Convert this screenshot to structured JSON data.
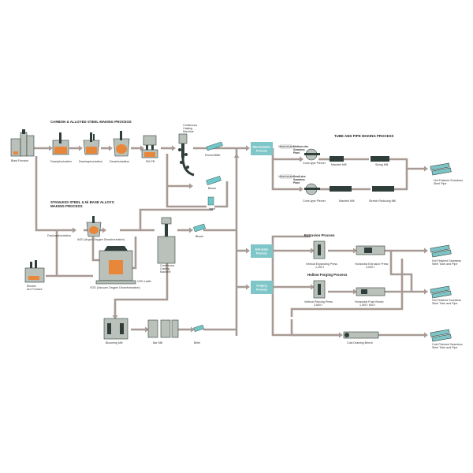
{
  "headings": {
    "carbon": "CARBON & ALLOYED STEEL MAKING PROCESS",
    "stainless": [
      "STANLESS STEEL & Ni BASE ALLOYS",
      "MAKING PROCESS"
    ],
    "tube": "TUBE AND PIPE MAKING PROCESS",
    "extrusion": "Extrusion Process",
    "hollow": "Hollow Forging Process"
  },
  "process_boxes": {
    "mannesmann": [
      "Mannesmann",
      "Process"
    ],
    "extrusion": [
      "Extrusion",
      "Process"
    ],
    "forging": [
      "Forging",
      "Process"
    ]
  },
  "tags": {
    "medium": "Mannesmann",
    "small": "Mannesmann"
  },
  "plants": {
    "medium": [
      "Medium-size",
      "Seamless",
      "Plant"
    ],
    "small": [
      "Small-size",
      "Seamless",
      "Plant"
    ]
  },
  "labels": {
    "blast_furnace": "Blast Furnace",
    "desulphurization": "Desulphurization",
    "dephosphorization_1": "Dephosphorization",
    "decarburization": "Decarburization",
    "rhpb": "RH-PB",
    "continuous_casting": [
      "Continuous",
      "Casting",
      "Machine"
    ],
    "round_billet": "Round Billet",
    "bloom_1": "Bloom",
    "ingot": "Ingot",
    "dephosphorization_2": "Dephosphorization",
    "aod": [
      "AOD (Argon Oxygen Decarburization)"
    ],
    "continuous_casting_2": [
      "Continuous",
      "Casting",
      "Machine"
    ],
    "bloom_2": "Bloom",
    "vod_ladle": "VOD Ladle",
    "vod": "VOD (Vacuum Oxygen Decarburization)",
    "electric_arc": [
      "Electric",
      "Arc Furnace"
    ],
    "blooming_mill": "Blooming Mill",
    "bar_mill": "Bar Mill",
    "billet": "Billet",
    "cone_piercer_1": "Cone-type Piercer",
    "mandrel_mill_1": "Mandrel Mill",
    "sizing_mill": "Sizing Mill",
    "cone_piercer_2": "Cone-type Piercer",
    "mandrel_mill_2": "Mandrel Mill",
    "stretch_reducing": "Stretch Reducing Mill",
    "vertical_expanding": [
      "Vertical Expanding Press",
      "1,200 t"
    ],
    "horizontal_extrusion": [
      "Horizontal Extrusion Press",
      "4,000 t"
    ],
    "vertical_piercing": [
      "Vertical Piercing Press",
      "3,600 t"
    ],
    "horizontal_push": [
      "Horizontal Push Bench",
      "1,500 / 600 t"
    ],
    "cold_drawing": "Cold Drawing Bench"
  },
  "outputs": {
    "hot_seamless_pipe": [
      "Hot Finished Seamless",
      "Steel Pipe"
    ],
    "hot_tube_pipe_1": [
      "Hot Finished Seamless",
      "Steel Tube and Pipe"
    ],
    "hot_tube_pipe_2": [
      "Hot Finished Seamless",
      "Steel Tube and Pipe"
    ],
    "cold_tube_pipe": [
      "Cold Finished Seamless",
      "Steel Tube and Pipe"
    ]
  },
  "colors": {
    "flow": "#a89a94",
    "process_box": "#7fc6c8",
    "machine_fill": "#b9c1ba",
    "machine_dark": "#2f3e3a",
    "molten": "#e8873a",
    "product": "#7dc4c6"
  }
}
